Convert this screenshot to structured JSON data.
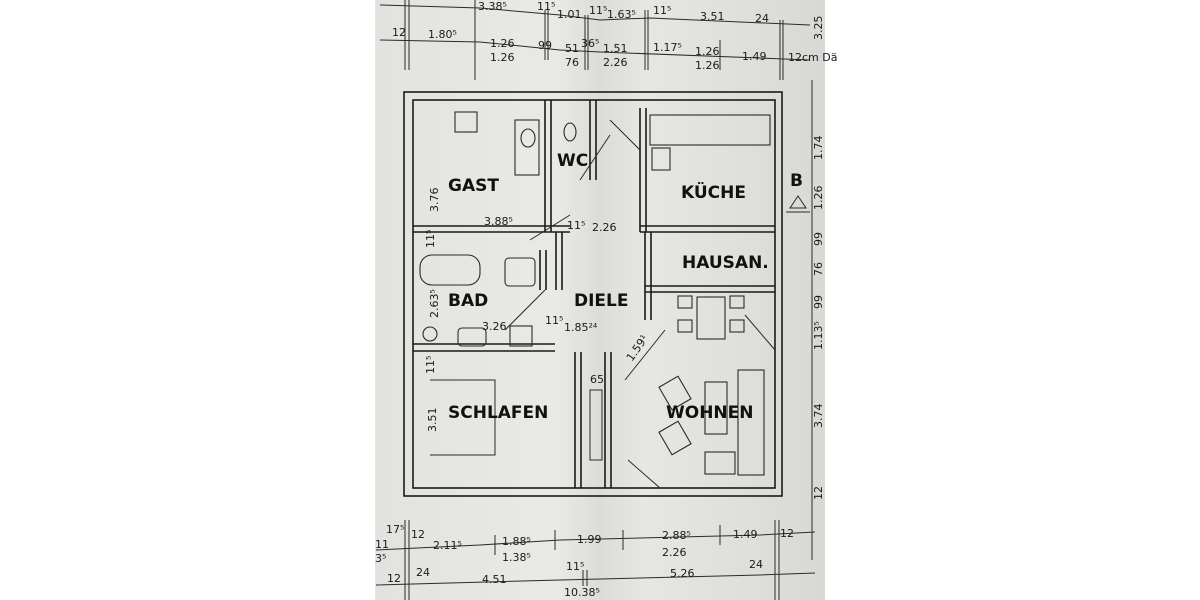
{
  "rooms": {
    "gast": "GAST",
    "wc": "WC",
    "kueche": "KÜCHE",
    "hausan": "HAUSAN.",
    "bad": "BAD",
    "diele": "DIELE",
    "schlafen": "SCHLAFEN",
    "wohnen": "WOHNEN"
  },
  "section_marker": "B",
  "dims": {
    "top": [
      "3.38⁵",
      "11⁵",
      "1.01",
      "11⁵",
      "1.63⁵",
      "11⁵",
      "3.51",
      "24",
      "12",
      "1.80⁵",
      "1.26",
      "1.26",
      "99",
      "51",
      "76",
      "36⁵",
      "1.51",
      "2.26",
      "1.17⁵",
      "1.26",
      "1.26",
      "1.49",
      "12cm Dä"
    ],
    "inner": [
      "3.76",
      "3.88⁵",
      "11⁵",
      "2.26",
      "11⁵",
      "2.63⁵",
      "3.26",
      "11⁵",
      "1.85²⁴",
      "1.59¹",
      "65",
      "11⁵",
      "3.51"
    ],
    "bottom": [
      "17⁵",
      "11",
      "3⁵",
      "12",
      "2.11⁵",
      "1.88⁵",
      "1.38⁵",
      "1.99",
      "2.88⁵",
      "2.26",
      "1.49",
      "12",
      "12",
      "24",
      "4.51",
      "11⁵",
      "5.26",
      "24",
      "10.38⁵"
    ],
    "right": [
      "3.25",
      "1.74",
      "1.26",
      "99",
      "76",
      "99",
      "1.13⁵",
      "3.74",
      "12"
    ]
  }
}
